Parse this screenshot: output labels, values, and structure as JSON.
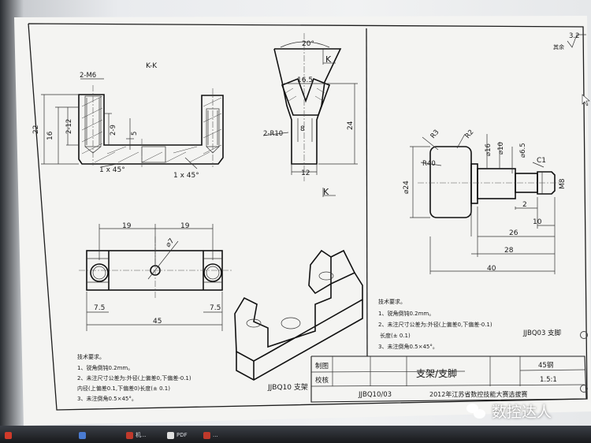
{
  "titles": {
    "section": "K-K"
  },
  "view_marks": {
    "k_top": "K",
    "k_bottom": "K"
  },
  "dims": {
    "thread": "2-M6",
    "d22": "22",
    "d16": "16",
    "d2_12": "2-12",
    "d2_9": "2-9",
    "d5": "5",
    "chamfer_left": "1 x 45°",
    "chamfer_right": "1 x 45°",
    "angle": "20°",
    "w16_5": "16.5",
    "d24": "24",
    "r10": "2-R10",
    "d8": "8",
    "d12": "12",
    "d19a": "19",
    "d19b": "19",
    "phi7": "⌀7",
    "d7_5a": "7.5",
    "d7_5b": "7.5",
    "d45": "45",
    "r3": "R3",
    "r2": "R2",
    "phi16": "⌀16",
    "phi10": "⌀10",
    "phi6_5": "⌀6.5",
    "c1": "C1",
    "r40": "R40",
    "phi24": "⌀24",
    "m8": "M8",
    "d2": "2",
    "d10": "10",
    "d26": "26",
    "d28": "28",
    "d40": "40"
  },
  "roughness": {
    "value": "3.2",
    "label": "其余"
  },
  "tech_req_left": {
    "title": "技术要求。",
    "items": [
      "1、锐角倒钝0.2mm。",
      "2、未注尺寸公差为:外径(上偏差0,下偏差-0.1)",
      "内径(上偏差0.1,下偏差0)长度(± 0.1)",
      "3、未注倒角0.5×45°。"
    ]
  },
  "tech_req_right": {
    "title": "技术要求。",
    "items": [
      "1、锐角倒钝0.2mm。",
      "2、未注尺寸公差为:外径(上偏差0,下偏差-0.1)",
      "长度(± 0.1)",
      "3、未注倒角0.5×45°。"
    ]
  },
  "part_labels": {
    "left": "JJBQ10 支架",
    "right": "JJBQ03 支脚"
  },
  "title_block": {
    "drawn": "制图",
    "checked": "校核",
    "name": "支架/支脚",
    "material": "45钢",
    "scale": "1.5:1",
    "code": "JJBQ10/03",
    "competition": "2012年江苏省数控技能大赛选拔赛"
  },
  "taskbar": {
    "items": [
      "",
      "",
      "机...",
      "PDF",
      "..."
    ]
  },
  "watermark": {
    "text": "数控达人"
  }
}
